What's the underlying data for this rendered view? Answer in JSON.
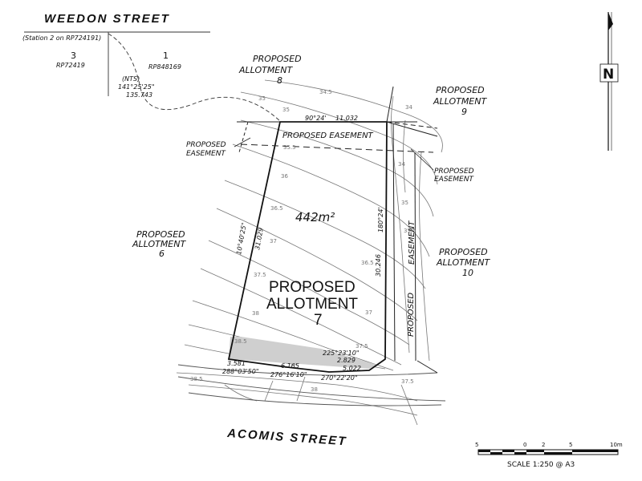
{
  "streets": {
    "top": "WEEDON   STREET",
    "bottom": "ACOMIS   STREET"
  },
  "existing_lots": {
    "station": "(Station 2 on RP724191)",
    "lot3_number": "3",
    "lot3_plan": "RP72419",
    "lot1_number": "1",
    "lot1_plan": "RP848169",
    "nts": "(NTS)",
    "bearing": "141°25'25\"",
    "distance": "135.743"
  },
  "allotments": {
    "a8_line1": "PROPOSED",
    "a8_line2": "ALLOTMENT",
    "a8_number": "8",
    "a9_line1": "PROPOSED",
    "a9_line2": "ALLOTMENT",
    "a9_number": "9",
    "a6_line1": "PROPOSED",
    "a6_line2": "ALLOTMENT",
    "a6_number": "6",
    "a10_line1": "PROPOSED",
    "a10_line2": "ALLOTMENT",
    "a10_number": "10",
    "a7_line1": "PROPOSED",
    "a7_line2": "ALLOTMENT",
    "a7_number": "7",
    "area": "442m²"
  },
  "easements": {
    "left_line1": "PROPOSED",
    "left_line2": "EASEMENT",
    "right_line1": "PROPOSED",
    "right_line2": "EASEMENT",
    "top_strip": "PROPOSED EASEMENT",
    "vertical_1": "EASEMENT",
    "vertical_2": "PROPOSED"
  },
  "dimensions": {
    "top_bearing": "90°24'",
    "top_distance": "11.032",
    "left_bearing": "10°40'25\"",
    "left_distance": "31.029",
    "right_bearing": "180°24'",
    "right_distance": "30.246",
    "br_bearing": "225°23'10\"",
    "br_distance": "2.829",
    "b1_distance": "3.581",
    "b1_bearing": "288°03'50\"",
    "b2_distance": "6.165",
    "b2_bearing": "276°16'10\"",
    "b3_distance": "5.022",
    "b3_bearing": "270°22'20\""
  },
  "contours": [
    "34.5",
    "34",
    "35",
    "35",
    "35.5",
    "36",
    "36.5",
    "37",
    "37.5",
    "38",
    "38.5",
    "36.5",
    "37",
    "37.5",
    "38",
    "38.5",
    "37.5",
    "34",
    "35",
    "35.5"
  ],
  "north": {
    "label": "N"
  },
  "scale": {
    "ticks": [
      "5",
      "0",
      "2",
      "5",
      "10m"
    ],
    "caption": "SCALE 1:250 @ A3"
  }
}
